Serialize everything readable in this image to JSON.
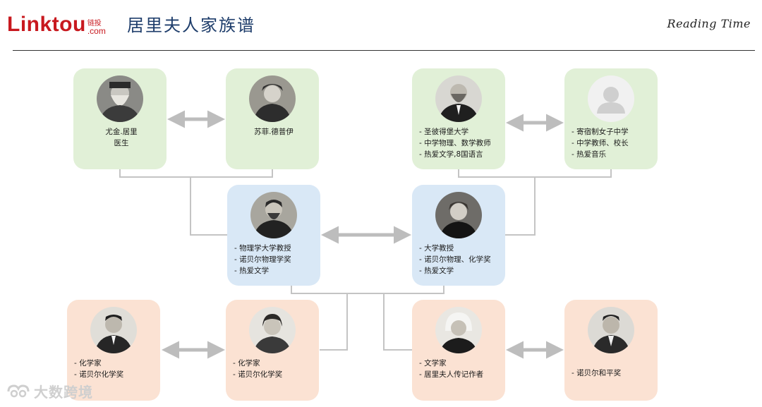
{
  "header": {
    "logo_text": "Linktou",
    "logo_cn": "链投",
    "logo_com": ".com",
    "title": "居里夫人家族谱",
    "tagline": "Reading Time"
  },
  "cards": {
    "eugene": {
      "lines": [
        "尤金.居里",
        "医生"
      ]
    },
    "sophie": {
      "lines": [
        "苏菲.德普伊"
      ]
    },
    "wladyslaw": {
      "lines": [
        "- 圣彼得堡大学",
        "- 中学物理、数学教师",
        "- 热爱文学,8国语言"
      ]
    },
    "bronislawa": {
      "lines": [
        "- 寄宿制女子中学",
        "- 中学教师、校长",
        "- 热爱音乐"
      ]
    },
    "pierre": {
      "lines": [
        "- 物理学大学教授",
        "- 诺贝尔物理学奖",
        "- 热爱文学"
      ]
    },
    "marie": {
      "lines": [
        "- 大学教授",
        "- 诺贝尔物理、化学奖",
        "- 热爱文学"
      ]
    },
    "frederic": {
      "lines": [
        "- 化学家",
        "- 诺贝尔化学奖"
      ]
    },
    "irene": {
      "lines": [
        "- 化学家",
        "- 诺贝尔化学奖"
      ]
    },
    "eve": {
      "lines": [
        "- 文学家",
        "- 居里夫人传记作者"
      ]
    },
    "henry": {
      "lines": [
        "- 诺贝尔和平奖"
      ]
    }
  },
  "watermark": {
    "text": "大数跨境"
  },
  "colors": {
    "brand_red": "#c8191f",
    "title_blue": "#1e3d6b",
    "grandparents_green": "#e1f0d7",
    "parents_blue": "#d9e8f6",
    "children_peach": "#fbe2d3",
    "connector_gray": "#bdbdbd"
  }
}
